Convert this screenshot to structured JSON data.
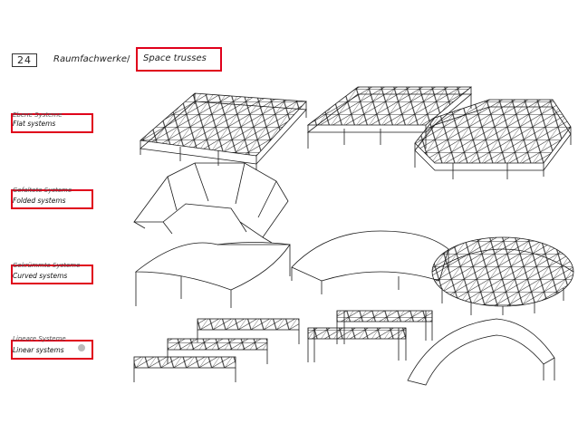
{
  "header": {
    "page_number": "24",
    "title_de": "Raumfachwerke",
    "separator": "/",
    "title_en": "Space trusses"
  },
  "categories": [
    {
      "id": "flat",
      "label_de": "Ebene Systeme",
      "label_en": "Flat systems"
    },
    {
      "id": "folded",
      "label_de": "Gefaltete Systeme",
      "label_en": "Folded systems"
    },
    {
      "id": "curved",
      "label_de": "Gekrümmte Systeme",
      "label_en": "Curved systems"
    },
    {
      "id": "linear",
      "label_de": "Lineare Systeme",
      "label_en": "Linear systems"
    }
  ],
  "colors": {
    "highlight": "#e0001b",
    "ink": "#1a1a1a",
    "background": "#ffffff"
  }
}
